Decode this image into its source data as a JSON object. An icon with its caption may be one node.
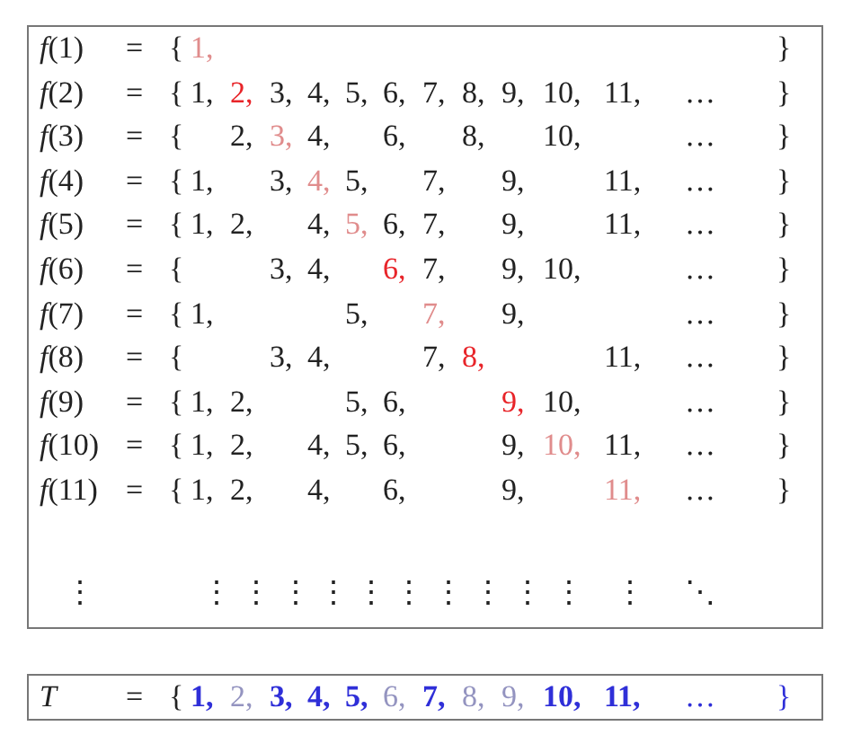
{
  "diagram": {
    "labels": [
      "*f*(1)",
      "=",
      "{",
      "1,",
      "}",
      "*f*(2)",
      "=",
      "{",
      "1,",
      "2,",
      "3,",
      "4,",
      "5,",
      "6,",
      "7,",
      "8,",
      "9,",
      "10,",
      "11,",
      "…",
      "}",
      "*f*(3)",
      "=",
      "{",
      "2,",
      "3,",
      "4,",
      "6,",
      "8,",
      "10,",
      "…",
      "}",
      "*f*(4)",
      "=",
      "{",
      "1,",
      "3,",
      "4,",
      "5,",
      "7,",
      "9,",
      "11,",
      "…",
      "}",
      "*f*(5)",
      "=",
      "{",
      "1,",
      "2,",
      "4,",
      "5,",
      "6,",
      "7,",
      "9,",
      "11,",
      "…",
      "}",
      "*f*(6)",
      "=",
      "{",
      "3,",
      "4,",
      "6,",
      "7,",
      "9,",
      "10,",
      "…",
      "}",
      "*f*(7)",
      "=",
      "{",
      "1,",
      "5,",
      "7,",
      "9,",
      "…",
      "}",
      "*f*(8)",
      "=",
      "{",
      "3,",
      "4,",
      "7,",
      "8,",
      "11,",
      "…",
      "}",
      "*f*(9)",
      "=",
      "{",
      "1,",
      "2,",
      "5,",
      "6,",
      "9,",
      "10,",
      "…",
      "}",
      "*f*(10)",
      "=",
      "{",
      "1,",
      "2,",
      "4,",
      "5,",
      "6,",
      "9,",
      "10,",
      "11,",
      "…",
      "}",
      "*f*(11)",
      "=",
      "{",
      "1,",
      "2,",
      "4,",
      "6,",
      "9,",
      "11,",
      "…",
      "}",
      "⋮",
      "⋮",
      "⋮",
      "⋮",
      "⋮",
      "⋮",
      "⋮",
      "⋮",
      "⋮",
      "⋮",
      "⋮",
      "⋮",
      "⋱",
      "*T*",
      "=",
      "{",
      "1,",
      "2,",
      "3,",
      "4,",
      "5,",
      "6,",
      "7,",
      "8,",
      "9,",
      "10,",
      "11,",
      "…",
      "}"
    ]
  }
}
